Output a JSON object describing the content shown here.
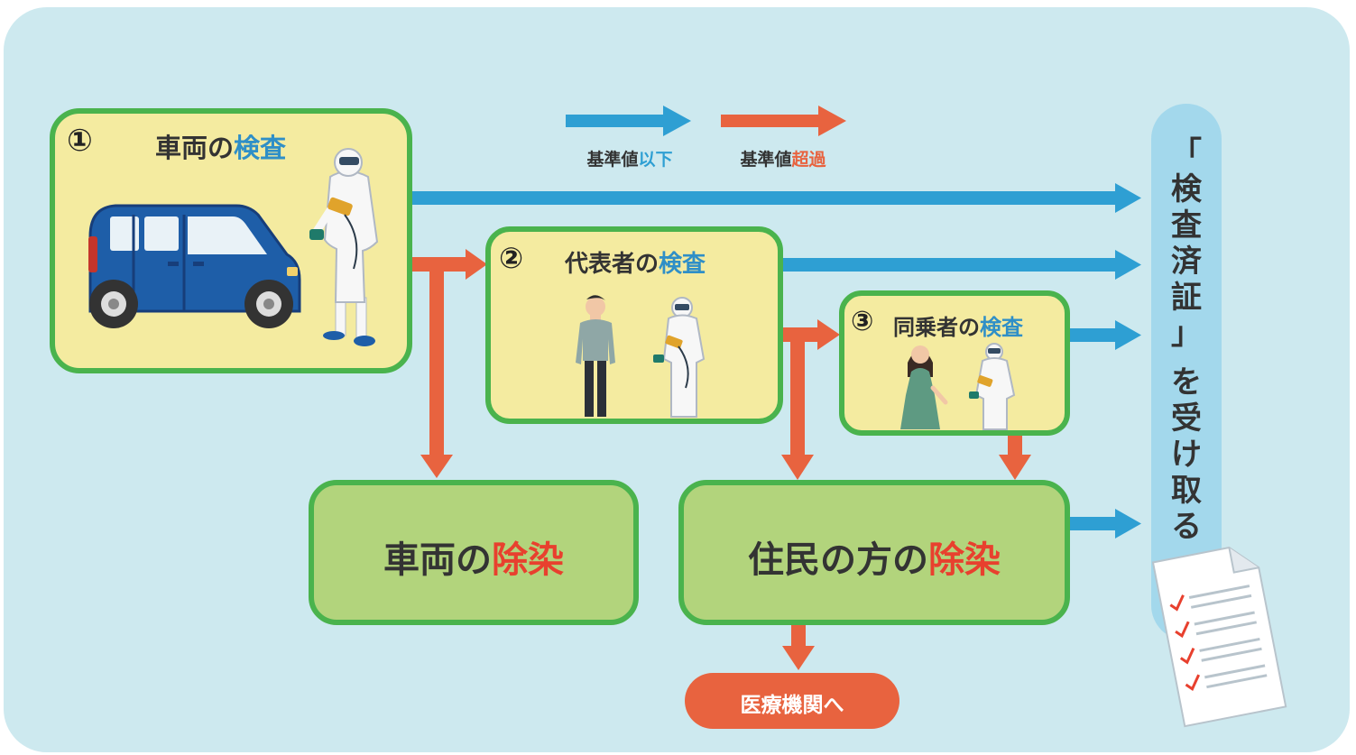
{
  "legend": {
    "below": {
      "prefix": "基準値",
      "suffix": "以下"
    },
    "above": {
      "prefix": "基準値",
      "suffix": "超過"
    }
  },
  "steps": [
    {
      "num": "①",
      "name": "車両の",
      "action": "検査"
    },
    {
      "num": "②",
      "name": "代表者の",
      "action": "検査"
    },
    {
      "num": "③",
      "name": "同乗者の",
      "action": "検査"
    }
  ],
  "decon": [
    {
      "name": "車両の",
      "action": "除染"
    },
    {
      "name": "住民の方の",
      "action": "除染"
    }
  ],
  "medical": "医療機関へ",
  "certificate": {
    "chars": [
      "「",
      "検",
      "査",
      "済",
      "証",
      "」",
      "を",
      "受",
      "け",
      "取",
      "る"
    ]
  },
  "colors": {
    "background": "#cde9ef",
    "panel_yellow": "#f4eba0",
    "panel_green": "#b2d47c",
    "border_green": "#4ab34d",
    "arrow_blue": "#2e9fd3",
    "arrow_red": "#e8633f",
    "emph_blue": "#2f8fc7",
    "emph_red": "#e8402e",
    "certificate_bg": "#a3d8ec",
    "medical_bg": "#e8633f"
  }
}
